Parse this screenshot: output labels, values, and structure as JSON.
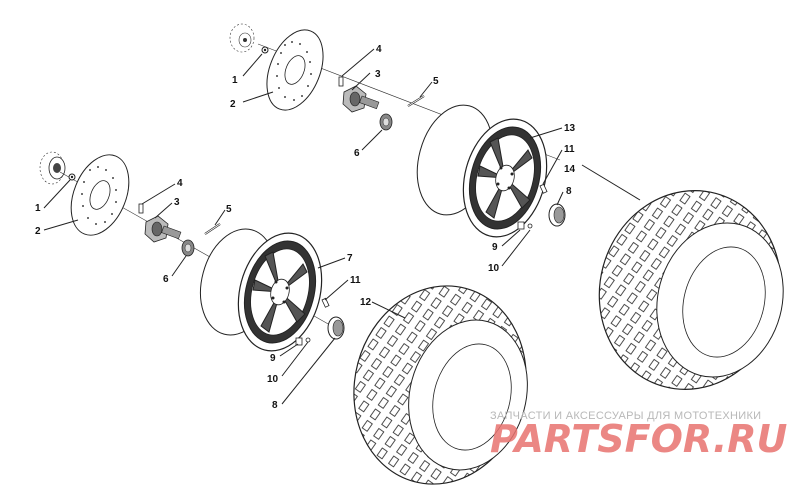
{
  "diagram": {
    "callouts": [
      {
        "id": "c1a",
        "text": "1"
      },
      {
        "id": "c2a",
        "text": "2"
      },
      {
        "id": "c3a",
        "text": "3"
      },
      {
        "id": "c4a",
        "text": "4"
      },
      {
        "id": "c5a",
        "text": "5"
      },
      {
        "id": "c6a",
        "text": "6"
      },
      {
        "id": "c13",
        "text": "13"
      },
      {
        "id": "c11a",
        "text": "11"
      },
      {
        "id": "c14",
        "text": "14"
      },
      {
        "id": "c8a",
        "text": "8"
      },
      {
        "id": "c9a",
        "text": "9"
      },
      {
        "id": "c10a",
        "text": "10"
      },
      {
        "id": "c1b",
        "text": "1"
      },
      {
        "id": "c2b",
        "text": "2"
      },
      {
        "id": "c4b",
        "text": "4"
      },
      {
        "id": "c3b",
        "text": "3"
      },
      {
        "id": "c5b",
        "text": "5"
      },
      {
        "id": "c6b",
        "text": "6"
      },
      {
        "id": "c7",
        "text": "7"
      },
      {
        "id": "c11b",
        "text": "11"
      },
      {
        "id": "c12",
        "text": "12"
      },
      {
        "id": "c9b",
        "text": "9"
      },
      {
        "id": "c10b",
        "text": "10"
      },
      {
        "id": "c8b",
        "text": "8"
      }
    ]
  },
  "watermark": {
    "subtitle": "ЗАПЧАСТИ И АКСЕССУАРЫ ДЛЯ МОТОТЕХНИКИ",
    "brand": "PARTSFOR.RU",
    "brand_color": "#e8736f",
    "subtitle_color": "#b8b8b8"
  }
}
